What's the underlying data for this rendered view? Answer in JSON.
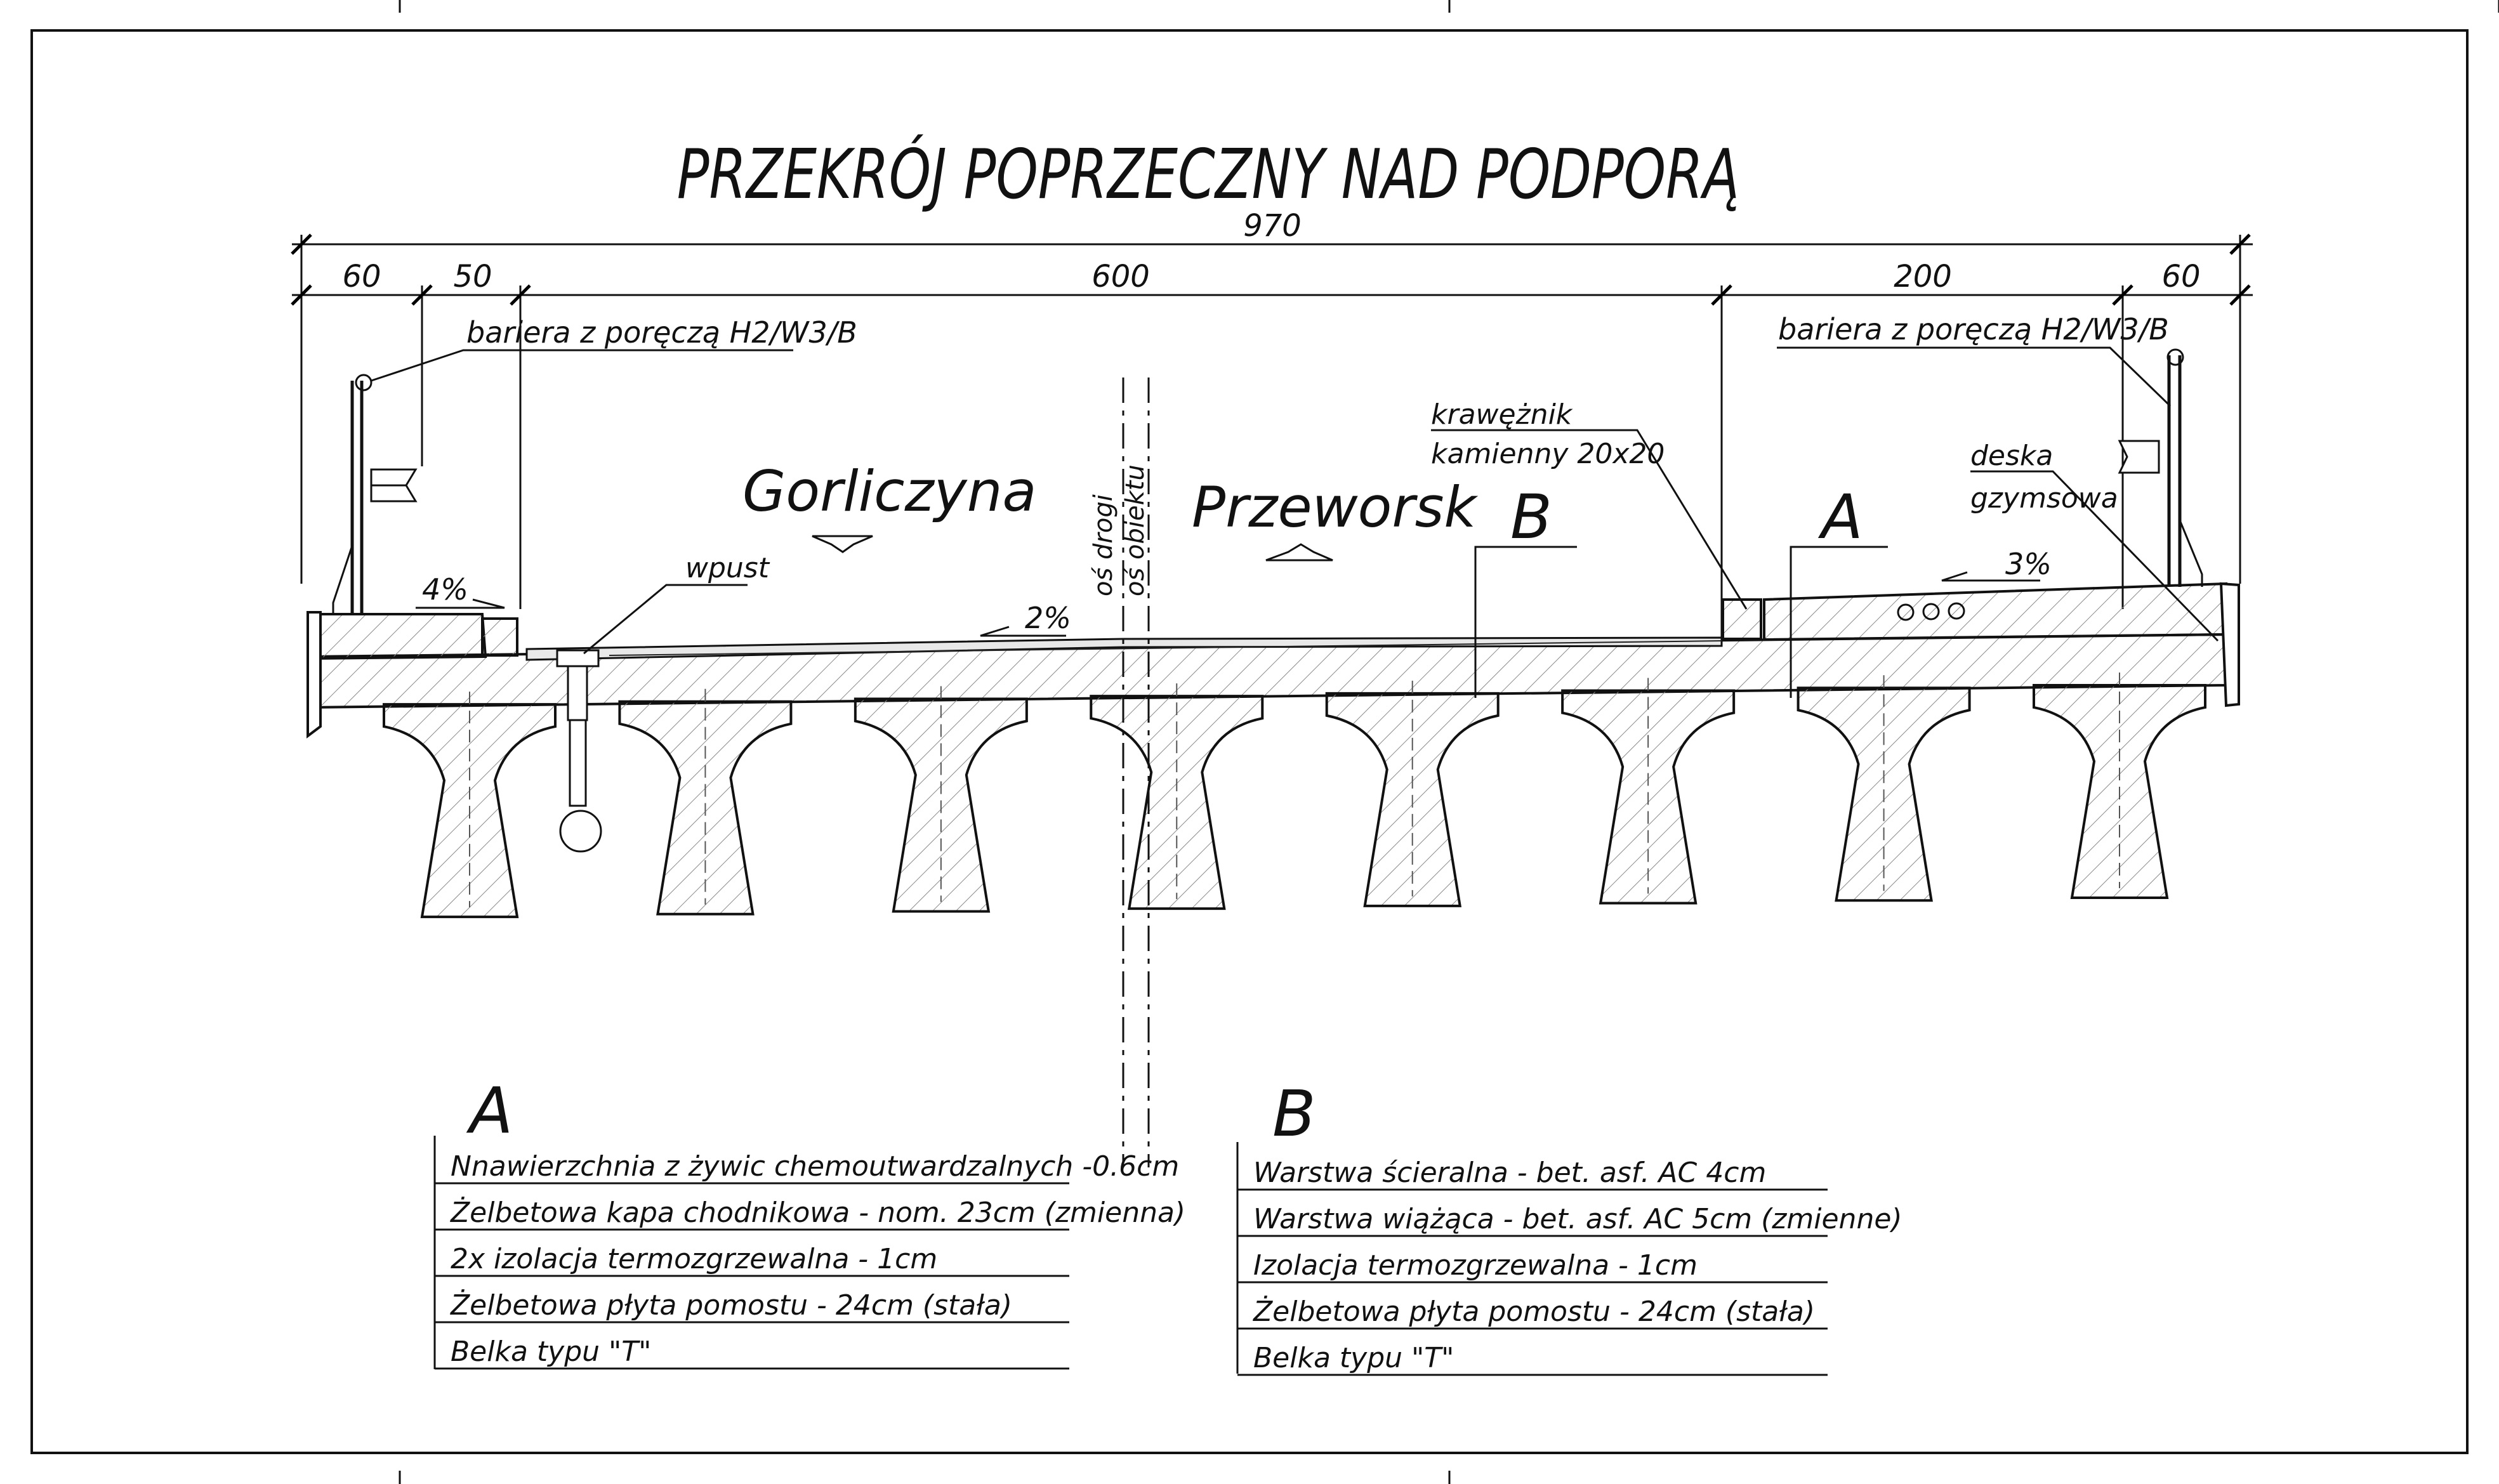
{
  "title": "PRZEKRÓJ POPRZECZNY NAD PODPORĄ",
  "dimensions": {
    "total": "970",
    "left_edge": "60",
    "left_sidewalk": "50",
    "roadway": "600",
    "right_sidewalk": "200",
    "right_edge": "60"
  },
  "slopes": {
    "left": "4%",
    "roadway": "2%",
    "right": "3%"
  },
  "labels": {
    "barrier_left": "bariera z poręczą H2/W3/B",
    "barrier_right": "bariera z poręczą H2/W3/B",
    "curb_line1": "krawężnik",
    "curb_line2": "kamienny 20x20",
    "cornice_line1": "deska",
    "cornice_line2": "gzymsowa",
    "inlet": "wpust",
    "axis_road": "oś drogi",
    "axis_structure": "oś obiektu",
    "direction_left": "Gorliczyna",
    "direction_right": "Przeworsk",
    "marker_a": "A",
    "marker_b": "B"
  },
  "legend_a": {
    "title": "A",
    "layers": [
      "Nnawierzchnia z  żywic chemoutwardzalnych -0.6cm",
      "Żelbetowa kapa chodnikowa - nom. 23cm (zmienna)",
      "2x izolacja termozgrzewalna - 1cm",
      "Żelbetowa płyta pomostu - 24cm (stała)",
      "Belka typu \"T\""
    ]
  },
  "legend_b": {
    "title": "B",
    "layers": [
      "Warstwa ścieralna - bet. asf. AC 4cm",
      "Warstwa wiążąca - bet. asf. AC 5cm (zmienne)",
      "Izolacja termozgrzewalna - 1cm",
      "Żelbetowa płyta pomostu - 24cm (stała)",
      "Belka typu \"T\""
    ]
  },
  "beam_count": 8
}
